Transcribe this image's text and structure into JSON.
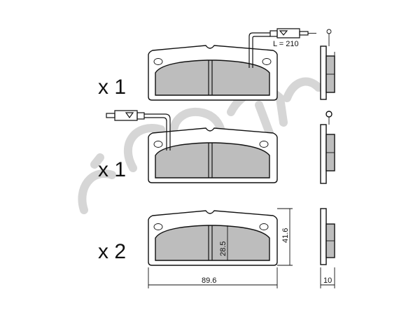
{
  "pads": [
    {
      "quantity": "x 1"
    },
    {
      "quantity": "x 1"
    },
    {
      "quantity": "x 2"
    }
  ],
  "wire_length_label": "L = 210",
  "dimensions": {
    "width": "89.6",
    "height": "41.6",
    "lining_height": "28.5",
    "thickness": "10"
  },
  "colors": {
    "lining": "#bdbdbd",
    "outline": "#111111",
    "watermark": "#d6d6d6"
  }
}
